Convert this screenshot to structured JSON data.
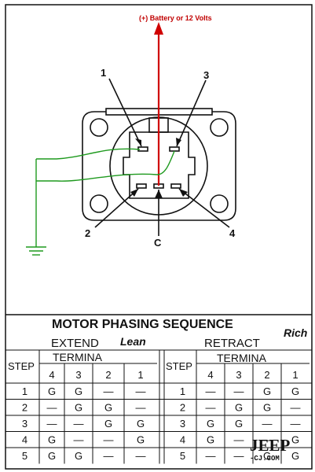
{
  "labels": {
    "supply": "(+) Battery or 12 Volts",
    "pin1": "1",
    "pin2": "2",
    "pin3": "3",
    "pin4": "4",
    "pinC": "C"
  },
  "table": {
    "title": "MOTOR PHASING SEQUENCE",
    "extend": "EXTEND",
    "retract": "RETRACT",
    "lean": "Lean",
    "rich": "Rich",
    "step_header": "STEP",
    "terminal_left": "TERMINA",
    "terminal_right": "TERMINA",
    "columns": [
      "4",
      "3",
      "2",
      "1"
    ],
    "extend_rows": [
      {
        "step": "1",
        "cells": [
          "G",
          "G",
          "—",
          "—"
        ]
      },
      {
        "step": "2",
        "cells": [
          "—",
          "G",
          "G",
          "—"
        ]
      },
      {
        "step": "3",
        "cells": [
          "—",
          "—",
          "G",
          "G"
        ]
      },
      {
        "step": "4",
        "cells": [
          "G",
          "—",
          "—",
          "G"
        ]
      },
      {
        "step": "5",
        "cells": [
          "G",
          "G",
          "—",
          "—"
        ]
      }
    ],
    "retract_rows": [
      {
        "step": "1",
        "cells": [
          "—",
          "—",
          "G",
          "G"
        ]
      },
      {
        "step": "2",
        "cells": [
          "—",
          "G",
          "G",
          "—"
        ]
      },
      {
        "step": "3",
        "cells": [
          "G",
          "G",
          "—",
          "—"
        ]
      },
      {
        "step": "4",
        "cells": [
          "G",
          "—",
          "—",
          "G"
        ]
      },
      {
        "step": "5",
        "cells": [
          "—",
          "—",
          "G",
          "G"
        ]
      }
    ]
  },
  "watermark": {
    "line1": "JEEP",
    "line2": "-CJ.COM"
  },
  "colors": {
    "supply_wire": "#d00000",
    "ground_wire": "#1f9a1f",
    "ink": "#111111"
  }
}
